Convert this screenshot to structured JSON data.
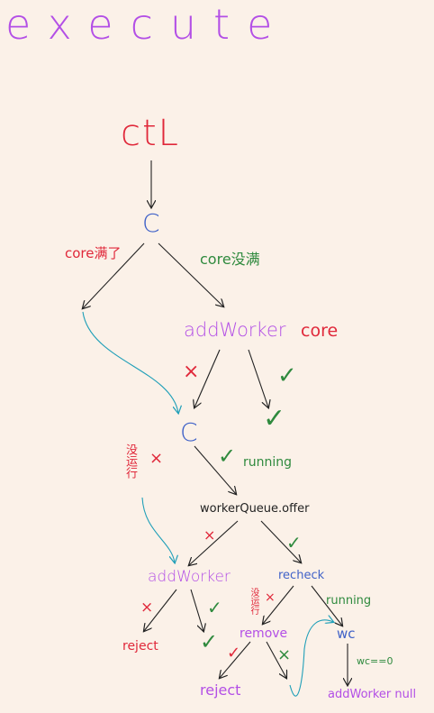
{
  "title": "execute",
  "nodes": {
    "ctl": "ctL",
    "c1": "C",
    "addworker_core": "addWorker",
    "core_label": "core",
    "c2": "C",
    "workqueue_offer": "workerQueue.offer",
    "addworker2": "addWorker",
    "recheck": "recheck",
    "reject1": "reject",
    "remove": "remove",
    "wc": "wc",
    "reject2": "reject",
    "addworker_null": "addWorker null"
  },
  "labels": {
    "core_full": "core满了",
    "core_not_full": "core没满",
    "not_running": "没运行",
    "running1": "running",
    "not_running2": "没运行",
    "running2": "running",
    "wc_zero": "wc==0"
  },
  "marks": {
    "cross": "×",
    "check": "✓"
  },
  "colors": {
    "purple": "#b34fe6",
    "red": "#e0283a",
    "green": "#2f8a3e",
    "blue": "#4062c8",
    "teal": "#1f9fb8",
    "black": "#222222"
  }
}
